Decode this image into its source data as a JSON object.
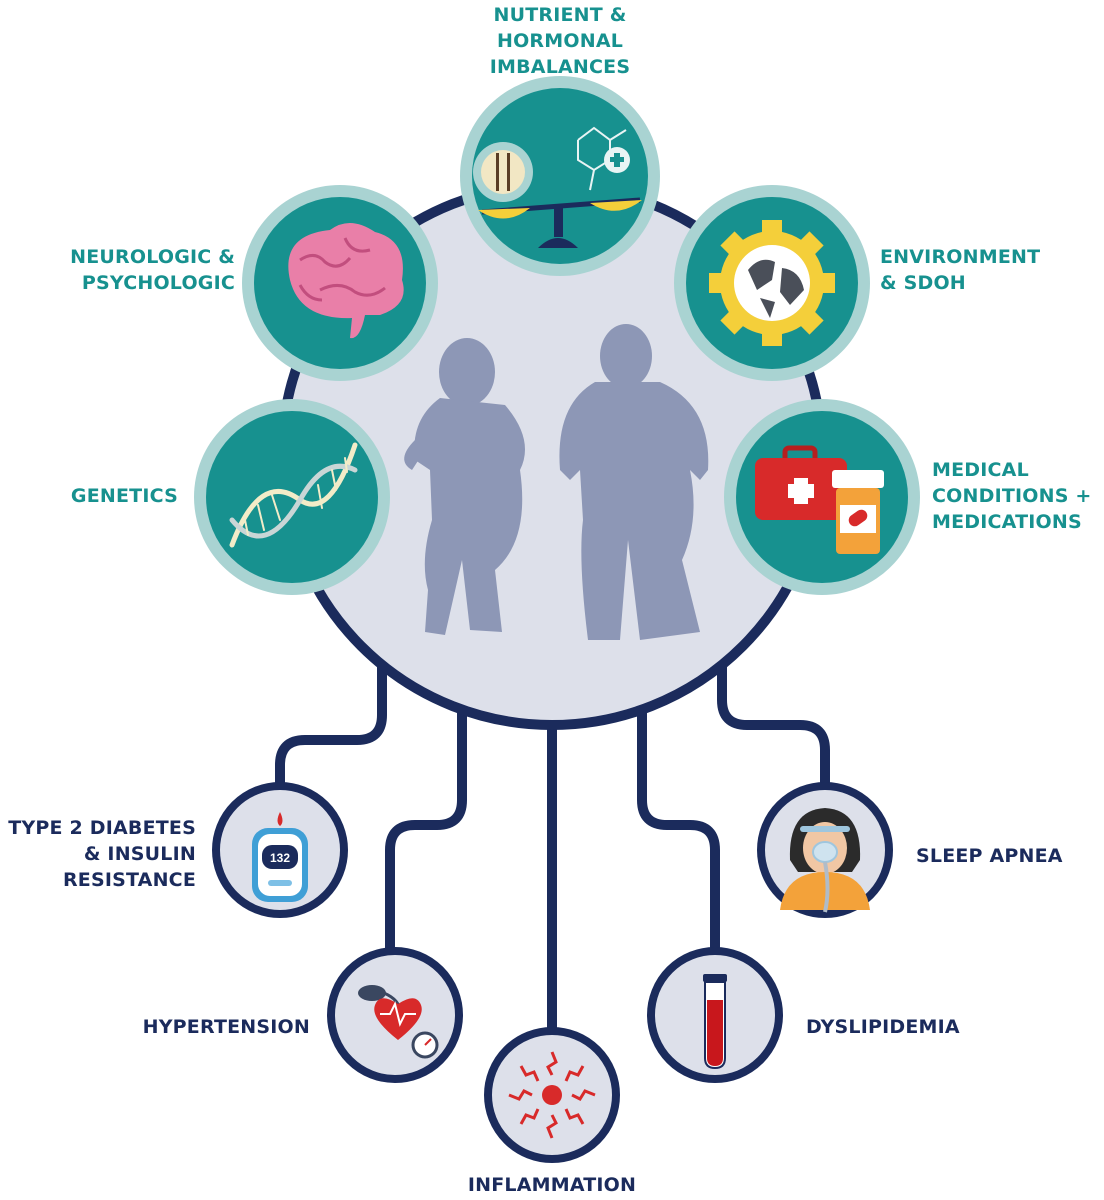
{
  "colors": {
    "teal": "#17918f",
    "teal_ring": "#a9d3d2",
    "navy": "#1b2b5c",
    "hub_fill": "#dde0ea",
    "silhouette": "#8d97b6",
    "outcome_fill": "#dde0ea",
    "accent_red": "#d82a2a",
    "accent_yellow": "#f4cf3a",
    "accent_pink": "#e97fa8",
    "accent_orange": "#f3a23a"
  },
  "causes": {
    "nutrient": [
      "NUTRIENT &",
      "HORMONAL",
      "IMBALANCES"
    ],
    "neurologic": [
      "NEUROLOGIC &",
      "PSYCHOLOGIC"
    ],
    "environment": [
      "ENVIRONMENT",
      "& SDOH"
    ],
    "genetics": [
      "GENETICS"
    ],
    "medical": [
      "MEDICAL",
      "CONDITIONS +",
      "MEDICATIONS"
    ]
  },
  "outcomes": {
    "diabetes": [
      "TYPE 2 DIABETES",
      "& INSULIN",
      "RESISTANCE"
    ],
    "sleep_apnea": [
      "SLEEP APNEA"
    ],
    "hypertension": [
      "HYPERTENSION"
    ],
    "dyslipidemia": [
      "DYSLIPIDEMIA"
    ],
    "inflammation": [
      "INFLAMMATION"
    ]
  },
  "icons": {
    "nutrient": "balance-scale-icon",
    "neurologic": "brain-icon",
    "environment": "globe-gear-icon",
    "genetics": "dna-icon",
    "medical": "medkit-pill-bottle-icon",
    "diabetes": "glucose-meter-icon",
    "sleep_apnea": "cpap-mask-icon",
    "hypertension": "blood-pressure-heart-icon",
    "dyslipidemia": "blood-test-tube-icon",
    "inflammation": "inflammation-burst-icon"
  },
  "glucose_reading": "132"
}
